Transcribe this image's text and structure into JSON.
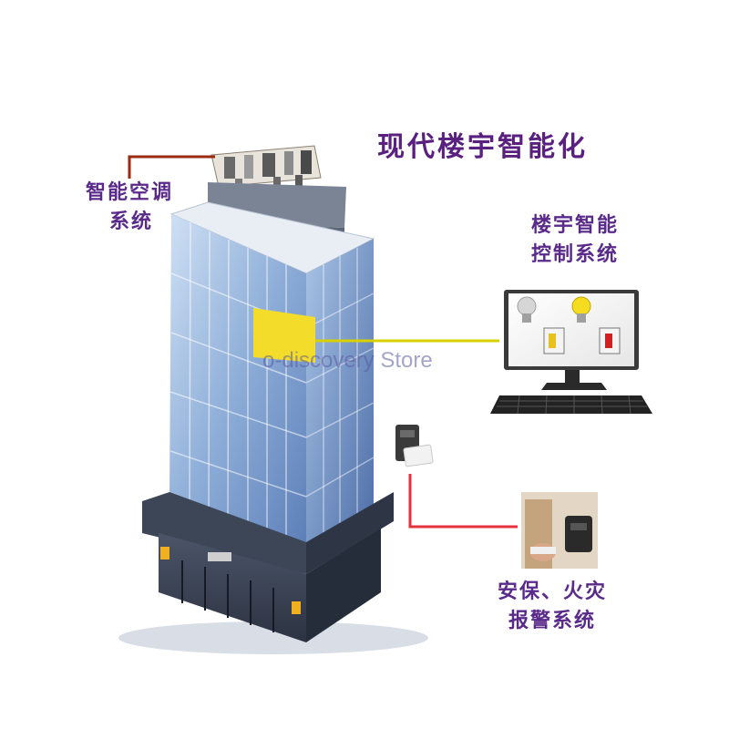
{
  "title": "现代楼宇智能化",
  "labels": {
    "ac": {
      "line1": "智能空调",
      "line2": "系统"
    },
    "control": {
      "line1": "楼宇智能",
      "line2": "控制系统"
    },
    "security": {
      "line1": "安保、火灾",
      "line2": "报警系统"
    }
  },
  "watermark": "o-discovery Store",
  "colors": {
    "ac_connector": "#9a2a10",
    "control_connector": "#d8d000",
    "security_connector": "#e83040",
    "label_text": "#5a2a8a"
  }
}
